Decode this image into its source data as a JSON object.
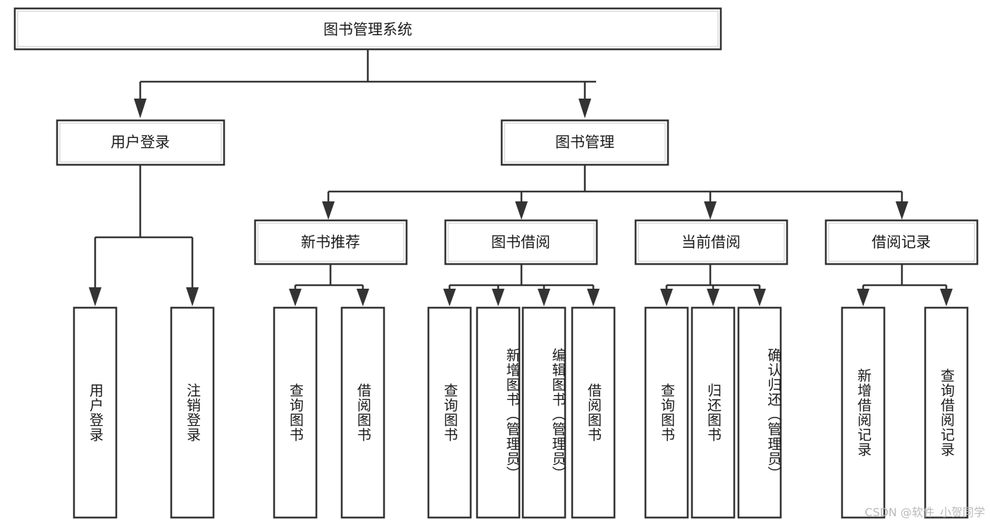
{
  "diagram": {
    "type": "tree-hierarchy",
    "orientation": "top-down",
    "background_color": "#ffffff",
    "node_fill": "#ffffff",
    "node_stroke": "#333333",
    "connector_color": "#333333",
    "root": {
      "id": "root",
      "label": "图书管理系统",
      "level": 0
    },
    "level1": [
      {
        "id": "user-login",
        "label": "用户登录"
      },
      {
        "id": "book-manage",
        "label": "图书管理"
      }
    ],
    "level2": [
      {
        "id": "new-book-recommend",
        "label": "新书推荐",
        "parent": "book-manage"
      },
      {
        "id": "book-borrow",
        "label": "图书借阅",
        "parent": "book-manage"
      },
      {
        "id": "current-borrow",
        "label": "当前借阅",
        "parent": "book-manage"
      },
      {
        "id": "borrow-record",
        "label": "借阅记录",
        "parent": "book-manage"
      }
    ],
    "leaves": [
      {
        "id": "leaf-user-login",
        "label": "用户登录",
        "parent": "user-login"
      },
      {
        "id": "leaf-user-logout",
        "label": "注销登录",
        "parent": "user-login"
      },
      {
        "id": "leaf-query-book-1",
        "label": "查询图书",
        "parent": "new-book-recommend"
      },
      {
        "id": "leaf-borrow-book-1",
        "label": "借阅图书",
        "parent": "new-book-recommend"
      },
      {
        "id": "leaf-query-book-2",
        "label": "查询图书",
        "parent": "book-borrow"
      },
      {
        "id": "leaf-add-book",
        "label": "新增图书（管理员）",
        "parent": "book-borrow"
      },
      {
        "id": "leaf-edit-book",
        "label": "编辑图书（管理员）",
        "parent": "book-borrow"
      },
      {
        "id": "leaf-borrow-book-2",
        "label": "借阅图书",
        "parent": "book-borrow"
      },
      {
        "id": "leaf-query-book-3",
        "label": "查询图书",
        "parent": "current-borrow"
      },
      {
        "id": "leaf-return-book",
        "label": "归还图书",
        "parent": "current-borrow"
      },
      {
        "id": "leaf-confirm-return",
        "label": "确认归还（管理员）",
        "parent": "current-borrow"
      },
      {
        "id": "leaf-add-record",
        "label": "新增借阅记录",
        "parent": "borrow-record"
      },
      {
        "id": "leaf-query-record",
        "label": "查询借阅记录",
        "parent": "borrow-record"
      }
    ]
  },
  "watermark": {
    "text": "CSDN @软件_小贺同学"
  }
}
